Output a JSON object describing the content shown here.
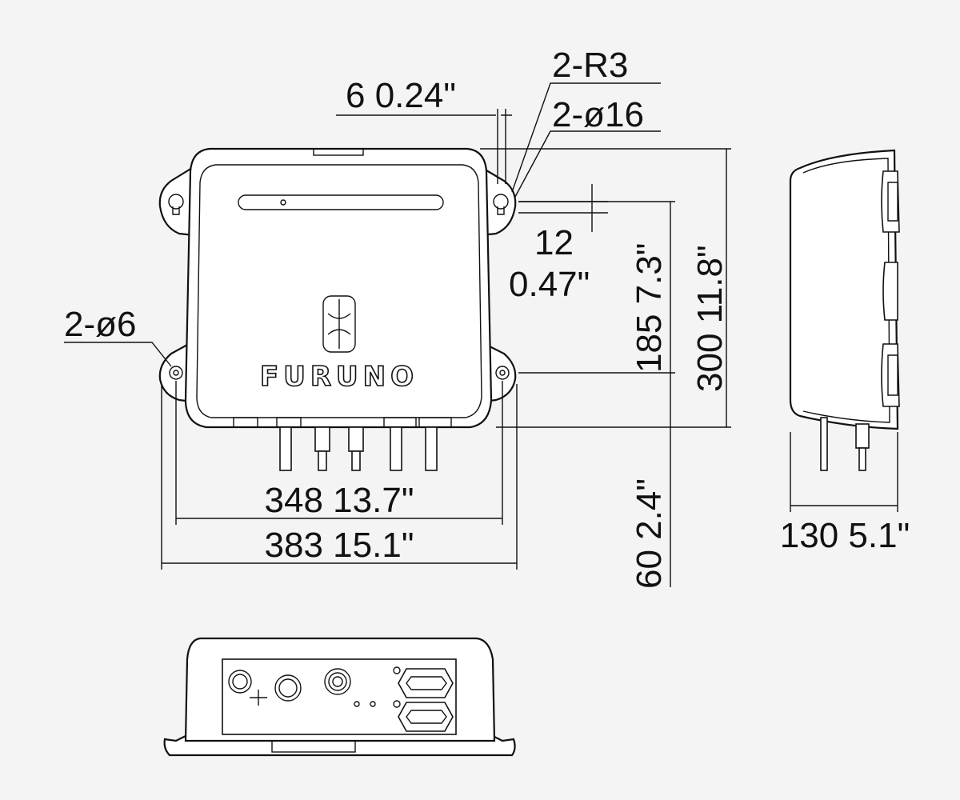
{
  "front_view": {
    "brand": "FURUNO",
    "callouts": {
      "radius": "2-R3",
      "slot_dia": "2-ø16",
      "hole_dia": "2-ø6"
    },
    "dims": {
      "lug_offset": "6  0.24\"",
      "lug_drop_mm": "12",
      "lug_drop_in": "0.47\"",
      "hole_pitch_v": "185  7.3\"",
      "height": "300  11.8\"",
      "hole_pitch_h": "348  13.7\"",
      "width": "383  15.1\"",
      "cable_clearance": "60  2.4\""
    }
  },
  "side_view": {
    "dims": {
      "depth": "130  5.1\""
    }
  },
  "colors": {
    "line": "#111111",
    "background": "#f4f4f4",
    "part_fill": "#ffffff"
  }
}
